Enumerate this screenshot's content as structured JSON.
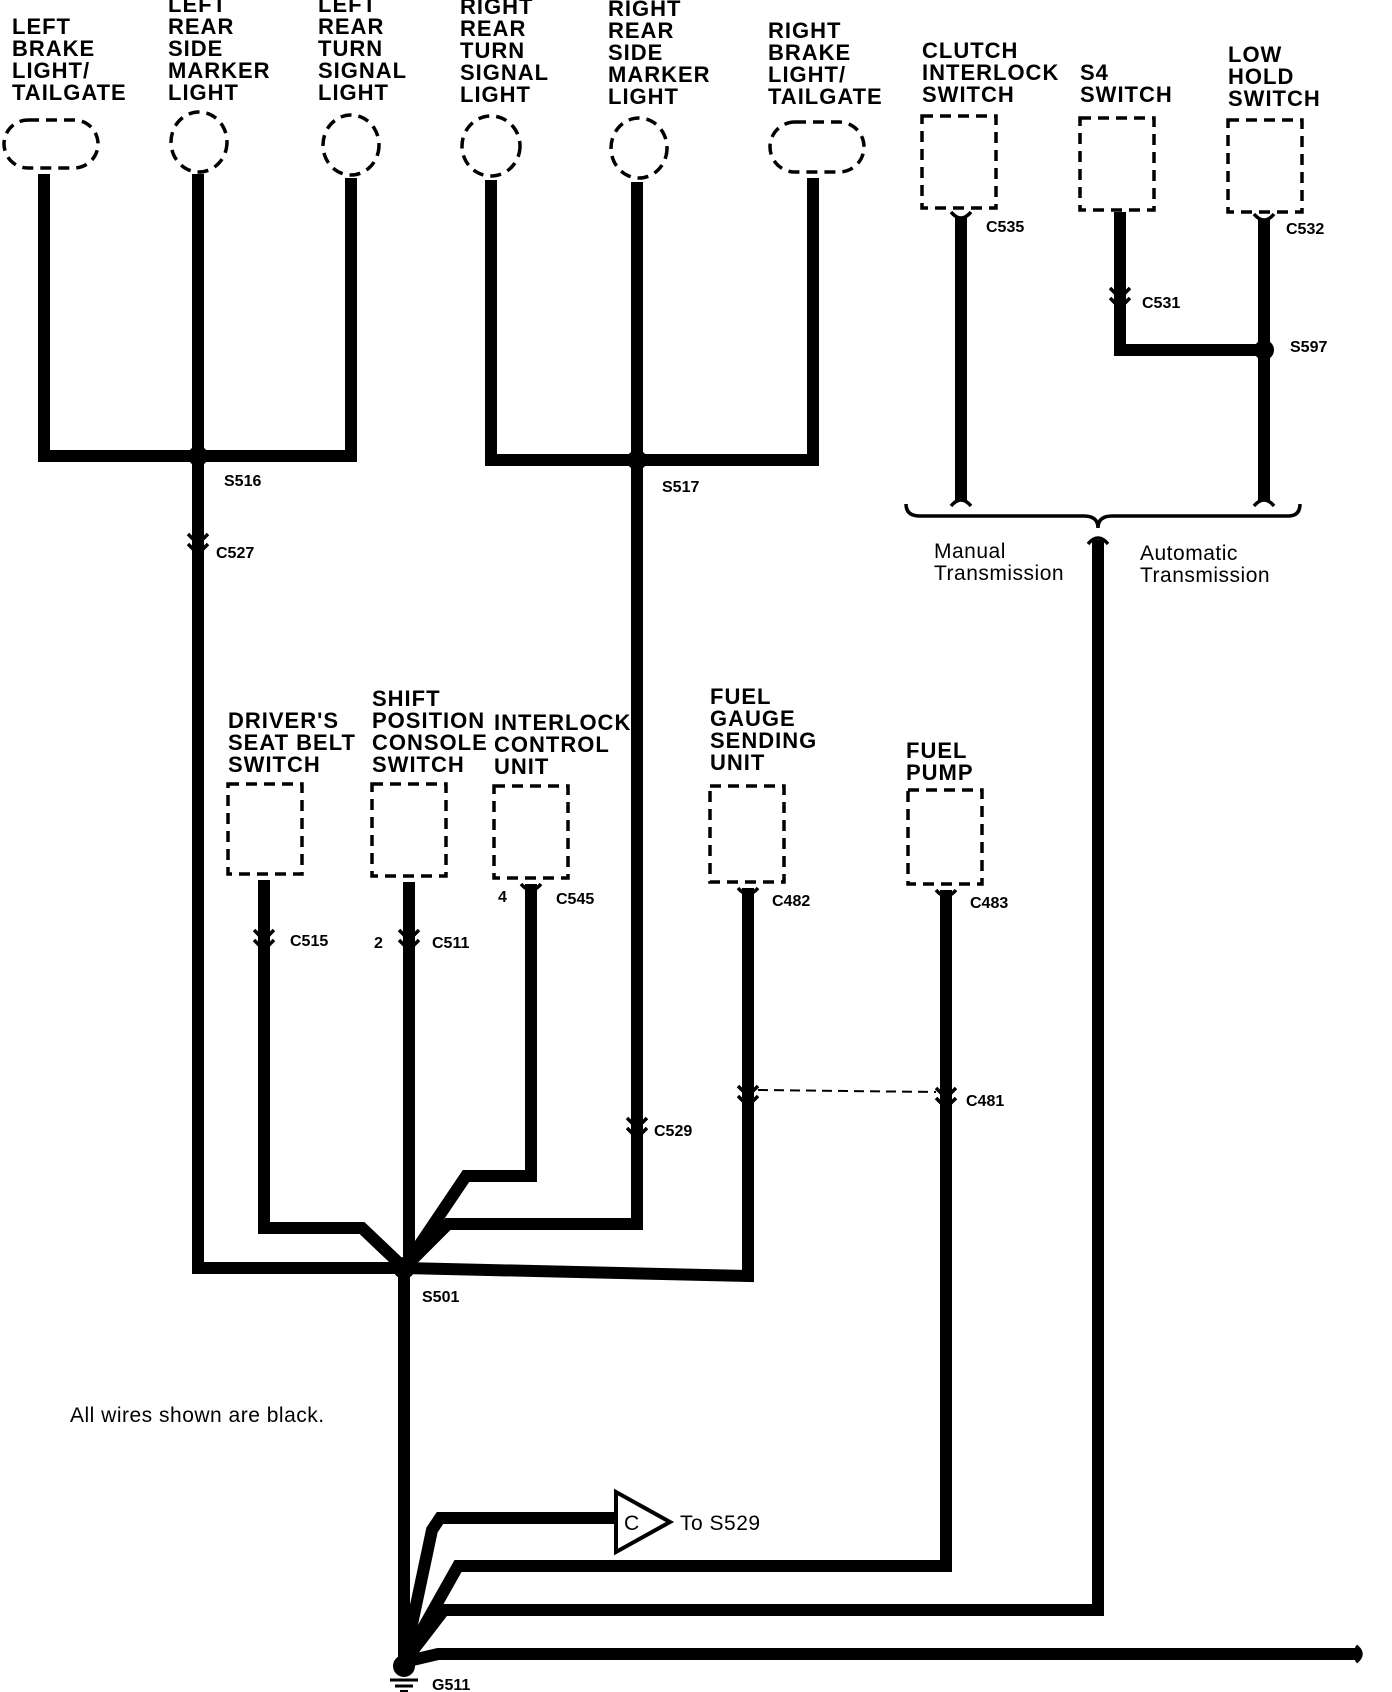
{
  "components": {
    "left_brake": [
      "LEFT",
      "BRAKE",
      "LIGHT/",
      "TAILGATE"
    ],
    "left_rear_side_marker": [
      "LEFT",
      "REAR",
      "SIDE",
      "MARKER",
      "LIGHT"
    ],
    "left_rear_turn": [
      "LEFT",
      "REAR",
      "TURN",
      "SIGNAL",
      "LIGHT"
    ],
    "right_rear_turn": [
      "RIGHT",
      "REAR",
      "TURN",
      "SIGNAL",
      "LIGHT"
    ],
    "right_rear_side_marker": [
      "RIGHT",
      "REAR",
      "SIDE",
      "MARKER",
      "LIGHT"
    ],
    "right_brake": [
      "RIGHT",
      "BRAKE",
      "LIGHT/",
      "TAILGATE"
    ],
    "clutch_interlock": [
      "CLUTCH",
      "INTERLOCK",
      "SWITCH"
    ],
    "s4_switch": [
      "S4",
      "SWITCH"
    ],
    "low_hold": [
      "LOW",
      "HOLD",
      "SWITCH"
    ],
    "drivers_seat_belt": [
      "DRIVER'S",
      "SEAT BELT",
      "SWITCH"
    ],
    "shift_position": [
      "SHIFT",
      "POSITION",
      "CONSOLE",
      "SWITCH"
    ],
    "interlock_control": [
      "INTERLOCK",
      "CONTROL",
      "UNIT"
    ],
    "fuel_gauge": [
      "FUEL",
      "GAUGE",
      "SENDING",
      "UNIT"
    ],
    "fuel_pump": [
      "FUEL",
      "PUMP"
    ]
  },
  "splices": {
    "s516": "S516",
    "s517": "S517",
    "s597": "S597",
    "s501": "S501"
  },
  "connectors": {
    "c527": "C527",
    "c535": "C535",
    "c531": "C531",
    "c532": "C532",
    "c515": "C515",
    "c511": "C511",
    "c545": "C545",
    "c482": "C482",
    "c483": "C483",
    "c529": "C529",
    "c481": "C481"
  },
  "pins": {
    "c511_pin": "2",
    "c545_pin": "4"
  },
  "transmission": {
    "manual": [
      "Manual",
      "Transmission"
    ],
    "automatic": [
      "Automatic",
      "Transmission"
    ]
  },
  "note": "All wires shown are black.",
  "offpage": {
    "letter": "C",
    "label": "To S529"
  },
  "ground": "G511",
  "colors": {
    "wire": "#000000",
    "background": "#ffffff"
  }
}
